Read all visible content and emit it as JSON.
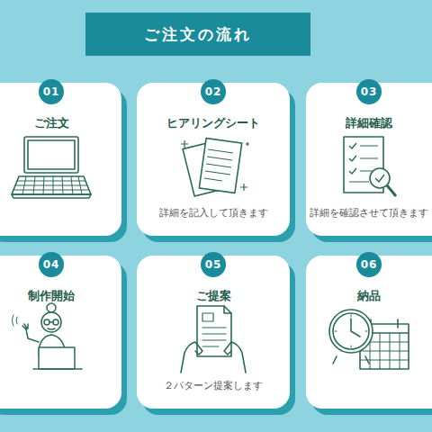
{
  "diagram": {
    "title": "ご注文の流れ",
    "nodes": [
      {
        "text": [
          "01",
          "ご注文"
        ]
      },
      {
        "text": [
          "02",
          "ヒアリングシート",
          "詳細を記入して頂きます"
        ]
      },
      {
        "text": [
          "03",
          "詳細確認",
          "詳細を確認させて頂きます"
        ]
      },
      {
        "text": [
          "04",
          "制作開始"
        ]
      },
      {
        "text": [
          "05",
          "ご提案",
          "２パターン提案します"
        ]
      },
      {
        "text": [
          "06",
          "納品"
        ]
      }
    ]
  }
}
